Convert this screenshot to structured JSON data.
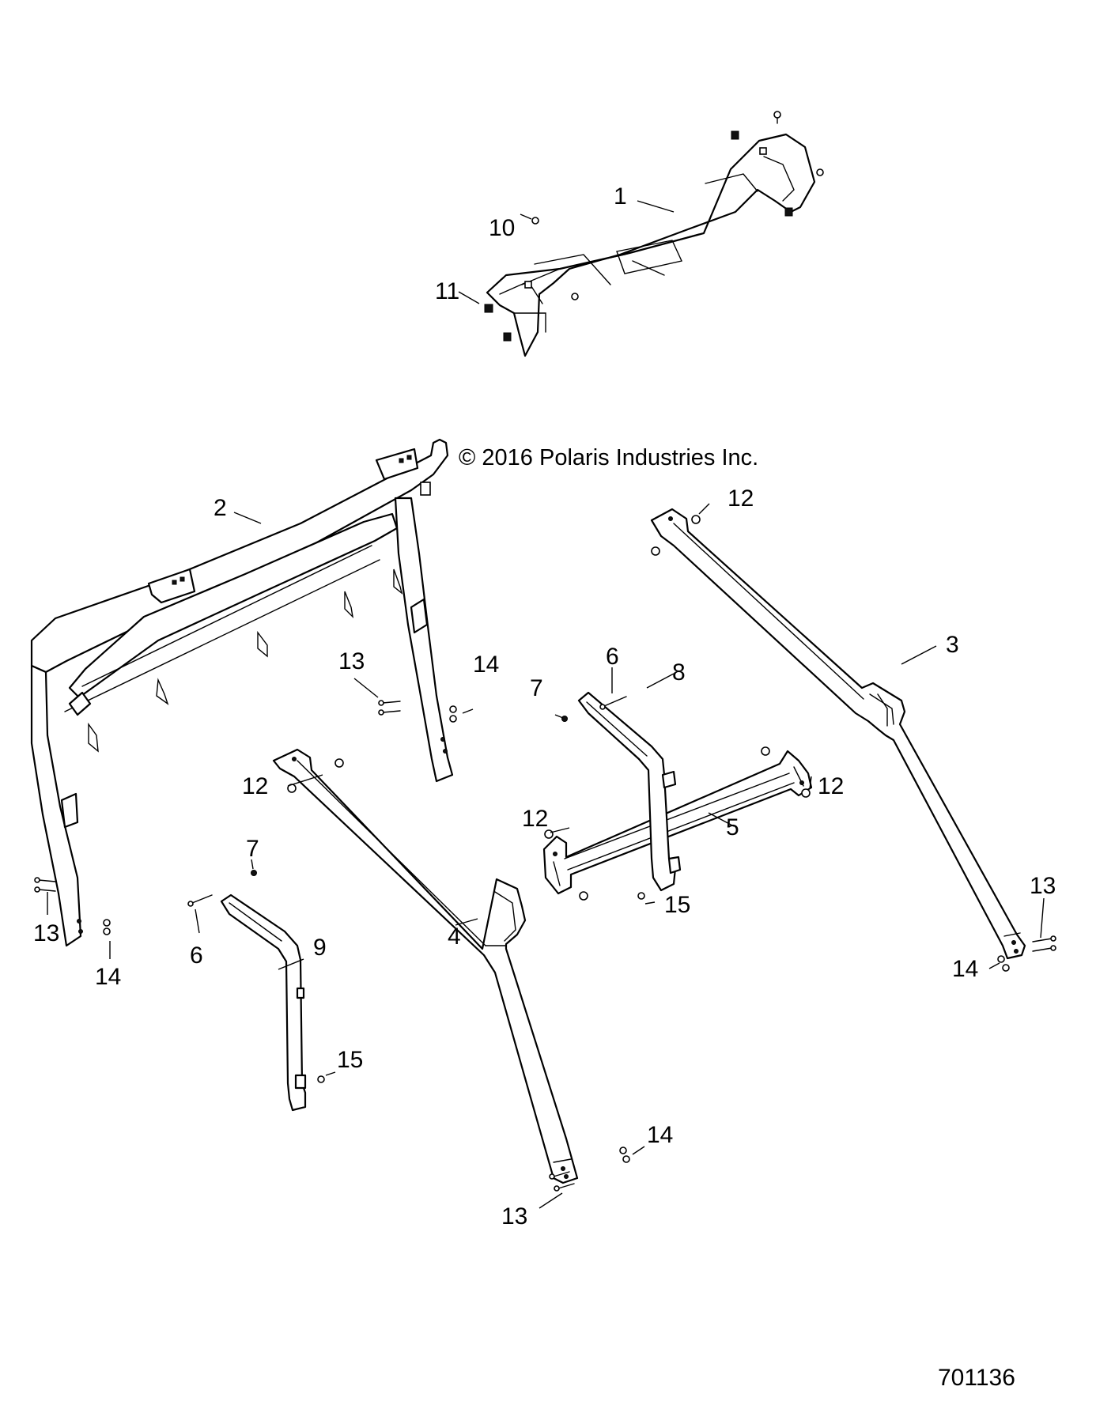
{
  "copyright": "© 2016 Polaris Industries Inc.",
  "reference_number": "701136",
  "callouts": {
    "c1": "1",
    "c2": "2",
    "c3": "3",
    "c4": "4",
    "c5": "5",
    "c6a": "6",
    "c6b": "6",
    "c7a": "7",
    "c7b": "7",
    "c8": "8",
    "c9": "9",
    "c10": "10",
    "c11": "11",
    "c12a": "12",
    "c12b": "12",
    "c12c": "12",
    "c12d": "12",
    "c13a": "13",
    "c13b": "13",
    "c13c": "13",
    "c13d": "13",
    "c14a": "14",
    "c14b": "14",
    "c14c": "14",
    "c14d": "14",
    "c15a": "15",
    "c15b": "15"
  }
}
